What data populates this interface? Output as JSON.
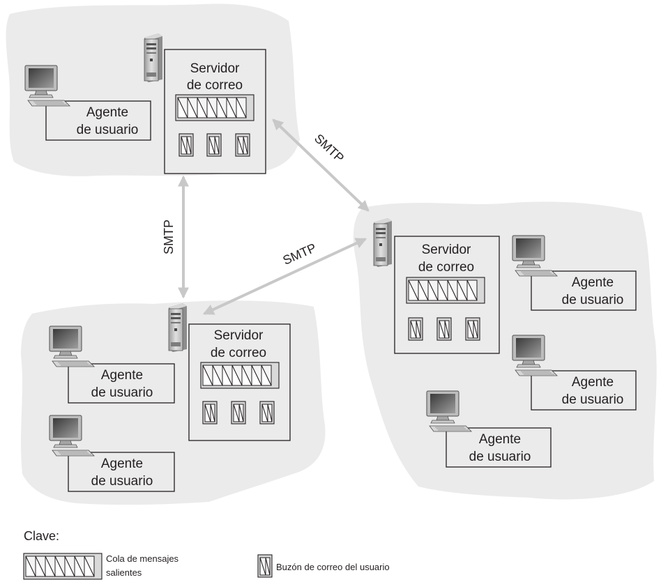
{
  "servers": [
    {
      "label_line1": "Servidor",
      "label_line2": "de correo"
    },
    {
      "label_line1": "Servidor",
      "label_line2": "de correo"
    },
    {
      "label_line1": "Servidor",
      "label_line2": "de correo"
    }
  ],
  "agents": [
    {
      "label_line1": "Agente",
      "label_line2": "de usuario"
    },
    {
      "label_line1": "Agente",
      "label_line2": "de usuario"
    },
    {
      "label_line1": "Agente",
      "label_line2": "de usuario"
    },
    {
      "label_line1": "Agente",
      "label_line2": "de usuario"
    },
    {
      "label_line1": "Agente",
      "label_line2": "de usuario"
    },
    {
      "label_line1": "Agente",
      "label_line2": "de usuario"
    }
  ],
  "links": [
    {
      "label": "SMTP"
    },
    {
      "label": "SMTP"
    },
    {
      "label": "SMTP"
    }
  ],
  "legend": {
    "title": "Clave:",
    "queue_line1": "Cola de mensajes",
    "queue_line2": "salientes",
    "mailbox": "Buzón de correo del usuario"
  }
}
